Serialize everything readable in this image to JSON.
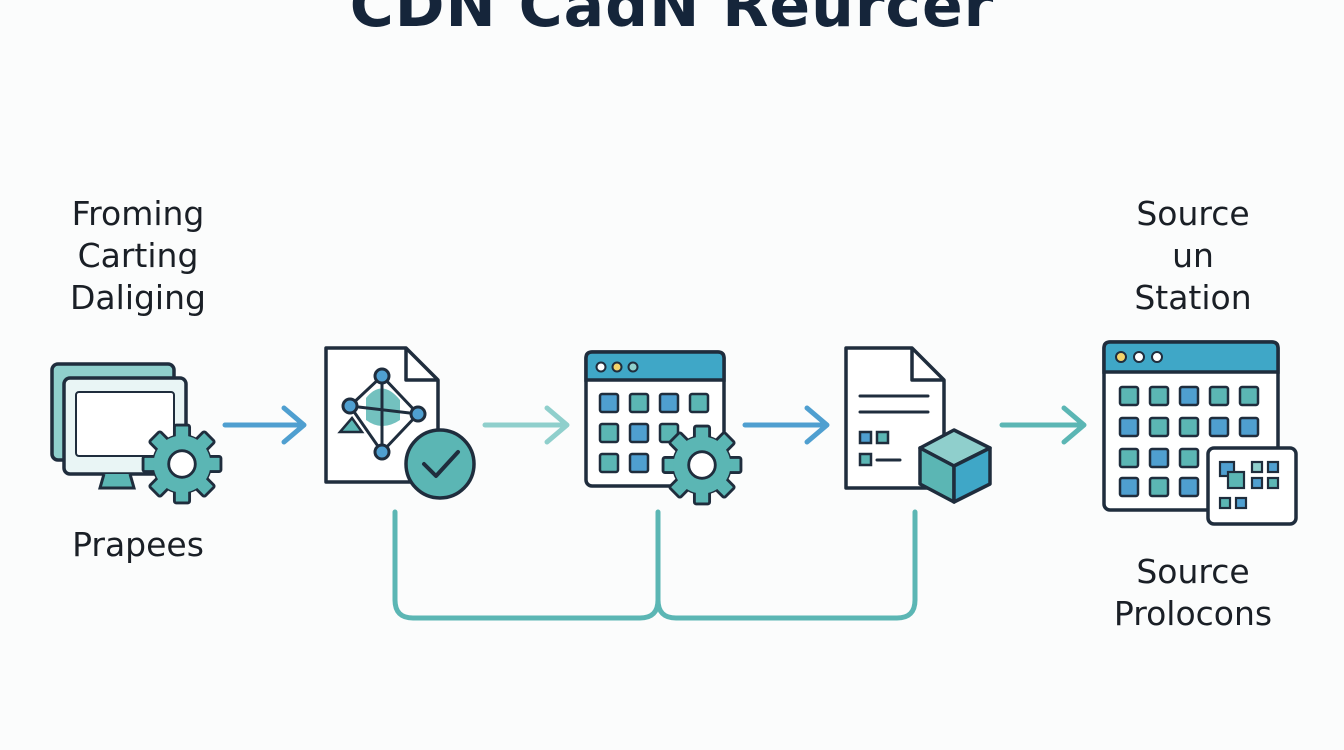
{
  "title": "CDN CadN Reurcer",
  "labels": {
    "left_top": [
      "Froming",
      "Carting",
      "Daliging"
    ],
    "left_bottom": "Prapees",
    "right_top": [
      "Source",
      "un",
      "Station"
    ],
    "right_bottom": [
      "Source",
      "Prolocons"
    ]
  },
  "icons": [
    "monitor-gear-icon",
    "network-document-check-icon",
    "calendar-grid-gear-icon",
    "document-cube-icon",
    "calendar-grid-icon"
  ],
  "colors": {
    "outline": "#1f2d3d",
    "teal": "#5bb6b4",
    "teal_light": "#8fcfcc",
    "blue": "#4f9fd0",
    "header": "#3fa7c7",
    "title": "#15253a"
  }
}
